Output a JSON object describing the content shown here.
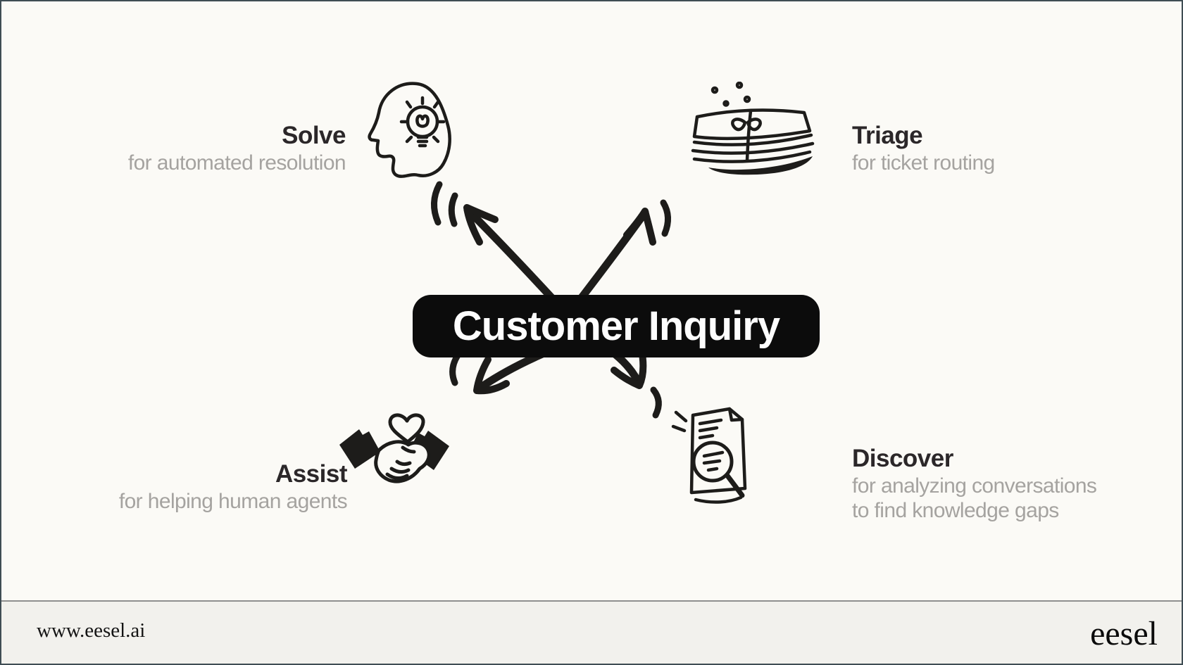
{
  "canvas": {
    "background": "#fbfaf6",
    "footer_background": "#f2f1ed",
    "frame_color": "#3f4d54",
    "divider_color": "#8f8f8f"
  },
  "center_node": {
    "label": "Customer Inquiry",
    "background": "#0c0c0c",
    "text_color": "#fdfdfd"
  },
  "nodes": {
    "solve": {
      "title": "Solve",
      "subtitle": "for automated resolution",
      "icon": "head-lightbulb-icon",
      "position": "top-left"
    },
    "triage": {
      "title": "Triage",
      "subtitle": "for ticket routing",
      "icon": "ticket-stack-icon",
      "position": "top-right"
    },
    "assist": {
      "title": "Assist",
      "subtitle": "for helping human agents",
      "icon": "handshake-heart-icon",
      "position": "bottom-left"
    },
    "discover": {
      "title": "Discover",
      "subtitle": "for analyzing conversations\nto find knowledge gaps",
      "icon": "document-magnifier-icon",
      "position": "bottom-right"
    }
  },
  "arrows": {
    "style": "hand-drawn",
    "color": "#1d1c1a",
    "directions": [
      "up-left",
      "up-right",
      "down-left",
      "down-right"
    ]
  },
  "colors": {
    "title_text": "#2b2729",
    "subtitle_text": "#a5a3a0",
    "ink": "#1d1c1a"
  },
  "footer": {
    "website": "www.eesel.ai",
    "brand": "eesel"
  }
}
